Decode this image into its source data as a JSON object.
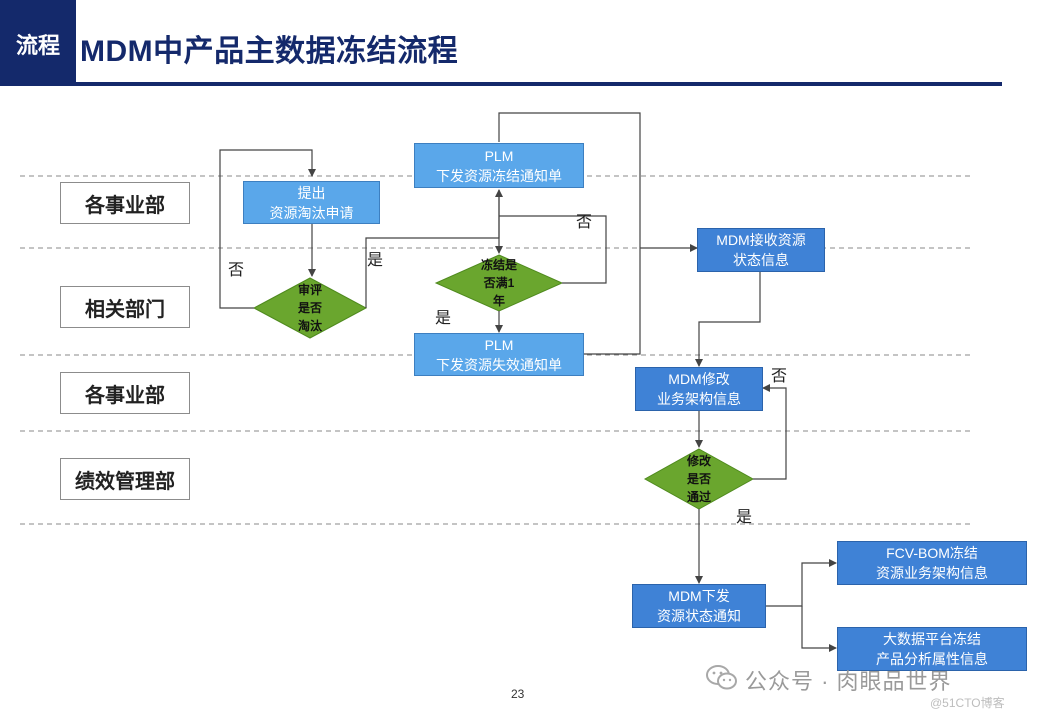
{
  "header": {
    "tag": "流程",
    "title": "MDM中产品主数据冻结流程"
  },
  "lanes": [
    "各事业部",
    "相关部门",
    "各事业部",
    "绩效管理部"
  ],
  "nodes": {
    "submit": [
      "提出",
      "资源淘汰申请"
    ],
    "plm_freeze": [
      "PLM",
      "下发资源冻结通知单"
    ],
    "plm_invalid": [
      "PLM",
      "下发资源失效通知单"
    ],
    "mdm_receive": [
      "MDM接收资源",
      "状态信息"
    ],
    "mdm_modify": [
      "MDM修改",
      "业务架构信息"
    ],
    "mdm_issue": [
      "MDM下发",
      "资源状态通知"
    ],
    "fcv_bom": [
      "FCV-BOM冻结",
      "资源业务架构信息"
    ],
    "bigdata": [
      "大数据平台冻结",
      "产品分析属性信息"
    ]
  },
  "decisions": {
    "review": [
      "审评",
      "是否",
      "淘汰"
    ],
    "frozen": [
      "冻结是",
      "否满1",
      "年"
    ],
    "modify": [
      "修改",
      "是否",
      "通过"
    ]
  },
  "edge_labels": {
    "yes": "是",
    "no": "否"
  },
  "page_number": "23",
  "watermark": {
    "text": "公众号 · 肉眼品世界",
    "sub": "@51CTO博客"
  },
  "colors": {
    "navy": "#14296b",
    "process": "#5aa7ea",
    "process_dark": "#3f82d6",
    "decision": "#6aa62e"
  }
}
